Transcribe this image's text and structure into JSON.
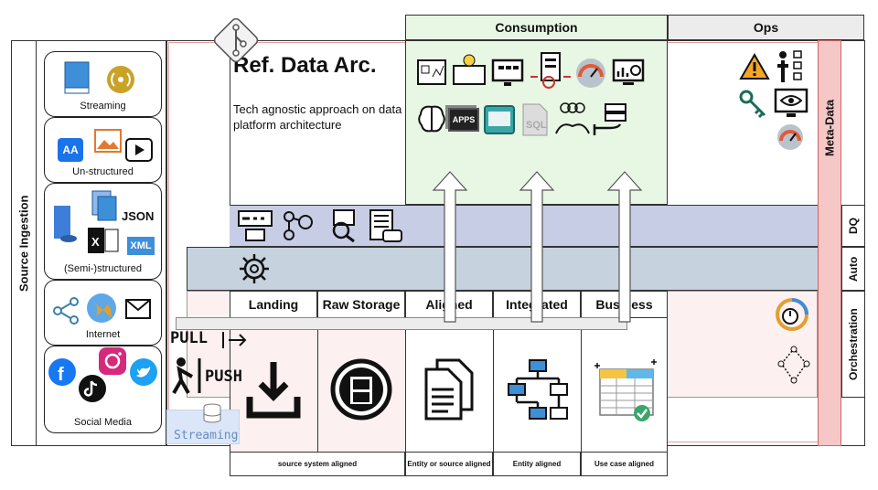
{
  "title": "Ref. Data Arc.",
  "subtitle": "Tech agnostic approach on data platform architecture",
  "top_headers": {
    "consumption": "Consumption",
    "ops": "Ops"
  },
  "side_labels": {
    "source_ingestion": "Source Ingestion",
    "meta_data": "Meta-Data",
    "dq": "DQ",
    "auto": "Auto",
    "orchestration": "Orchestration"
  },
  "sources": [
    {
      "label": "Streaming"
    },
    {
      "label": "Un-structured"
    },
    {
      "label": "(Semi-)structured"
    },
    {
      "label": "Internet"
    },
    {
      "label": "Social Media"
    }
  ],
  "source_icon_text": {
    "json": "JSON",
    "xml": "XML",
    "aa": "AA"
  },
  "ingestion_modes": {
    "pull": "PULL",
    "push": "PUSH",
    "streaming": "Streaming"
  },
  "consumption_icon_text": {
    "apps": "APPS",
    "sql": "SQL"
  },
  "columns": [
    {
      "label": "Landing"
    },
    {
      "label": "Raw Storage"
    },
    {
      "label": "Aligned"
    },
    {
      "label": "Integrated"
    },
    {
      "label": "Business"
    }
  ],
  "footers": [
    "source system aligned",
    "Entity or source aligned",
    "Entity aligned",
    "Use case aligned"
  ],
  "colors": {
    "consumption_bg": "#e8f7e4",
    "band_blue": "#c8cde6",
    "band_gray": "#c6d2de",
    "metadata_bg": "#f6c7c7",
    "landing_bg": "#fdf0f0",
    "ops_header_bg": "#ececec"
  }
}
